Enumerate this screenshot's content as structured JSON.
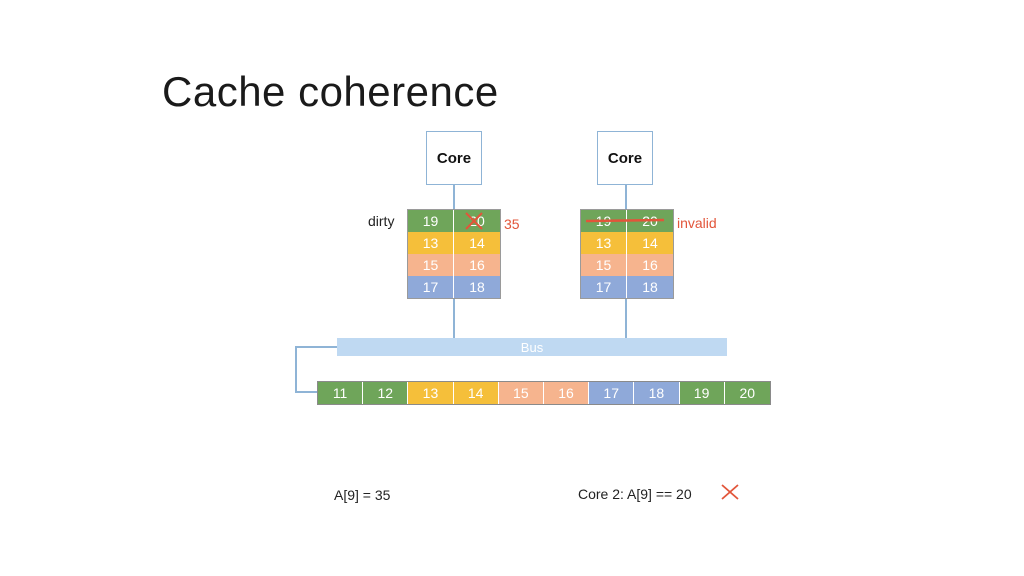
{
  "title": "Cache coherence",
  "core1": {
    "label": "Core",
    "state_label": "dirty",
    "new_value": "35",
    "rows": [
      {
        "color": "green",
        "cells": [
          "19",
          "20"
        ]
      },
      {
        "color": "yellow",
        "cells": [
          "13",
          "14"
        ]
      },
      {
        "color": "salmon",
        "cells": [
          "15",
          "16"
        ]
      },
      {
        "color": "blue",
        "cells": [
          "17",
          "18"
        ]
      }
    ]
  },
  "core2": {
    "label": "Core",
    "state_label": "invalid",
    "rows": [
      {
        "color": "green",
        "cells": [
          "19",
          "20"
        ]
      },
      {
        "color": "yellow",
        "cells": [
          "13",
          "14"
        ]
      },
      {
        "color": "salmon",
        "cells": [
          "15",
          "16"
        ]
      },
      {
        "color": "blue",
        "cells": [
          "17",
          "18"
        ]
      }
    ]
  },
  "bus": {
    "label": "Bus"
  },
  "memory": {
    "cells": [
      {
        "value": "11",
        "color": "green"
      },
      {
        "value": "12",
        "color": "green"
      },
      {
        "value": "13",
        "color": "yellow"
      },
      {
        "value": "14",
        "color": "yellow"
      },
      {
        "value": "15",
        "color": "salmon"
      },
      {
        "value": "16",
        "color": "salmon"
      },
      {
        "value": "17",
        "color": "blue"
      },
      {
        "value": "18",
        "color": "blue"
      },
      {
        "value": "19",
        "color": "green"
      },
      {
        "value": "20",
        "color": "green"
      }
    ]
  },
  "notes": {
    "left": "A[9] = 35",
    "right": "Core 2: A[9] == 20"
  },
  "colors": {
    "green": "#6fa55a",
    "yellow": "#f5bf3a",
    "salmon": "#f6b48e",
    "blue": "#8fa9d9",
    "accent_red": "#e2553a",
    "connector": "#8fb4d6",
    "bus": "#bfd9f2"
  }
}
